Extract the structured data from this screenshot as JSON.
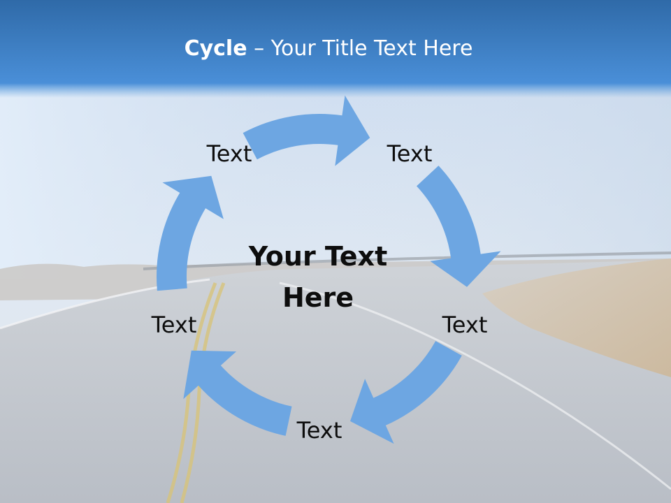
{
  "title": {
    "bold": "Cycle",
    "rest": " – Your Title Text Here"
  },
  "center_text": {
    "line1": "Your Text",
    "line2": "Here"
  },
  "nodes": [
    {
      "label": "Text"
    },
    {
      "label": "Text"
    },
    {
      "label": "Text"
    },
    {
      "label": "Text"
    },
    {
      "label": "Text"
    }
  ],
  "colors": {
    "arrow": "#6da6e2",
    "title_bar_top": "#2e6fb3",
    "title_bar_bottom": "#4a90d9",
    "text": "#0d0d0d"
  }
}
